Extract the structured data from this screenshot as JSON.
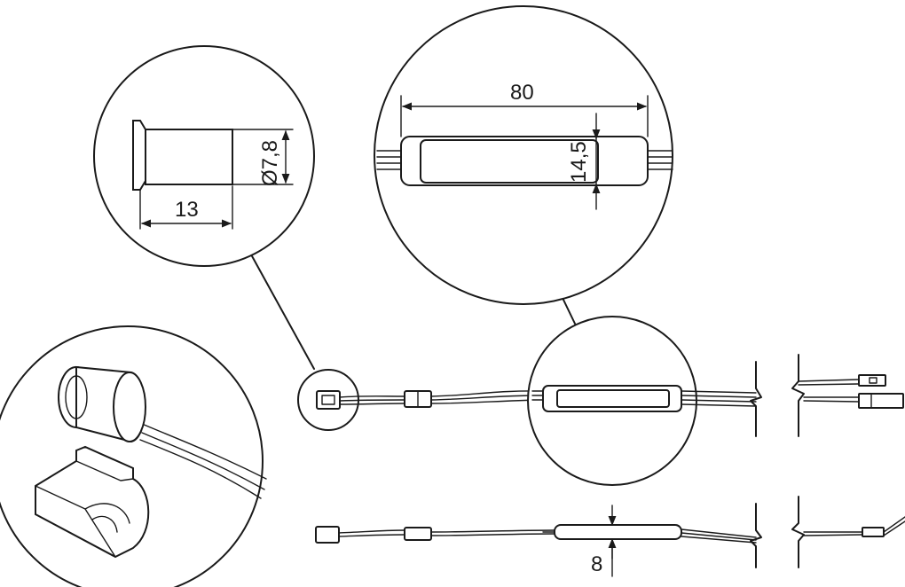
{
  "dimensions": {
    "sensor_length": "13",
    "sensor_diameter": "Ø7,8",
    "module_length": "80",
    "module_width": "14,5",
    "module_height": "8"
  },
  "icons": {
    "sensor_detail": "sensor-cylinder-icon",
    "clip_detail": "mounting-clip-icon"
  }
}
